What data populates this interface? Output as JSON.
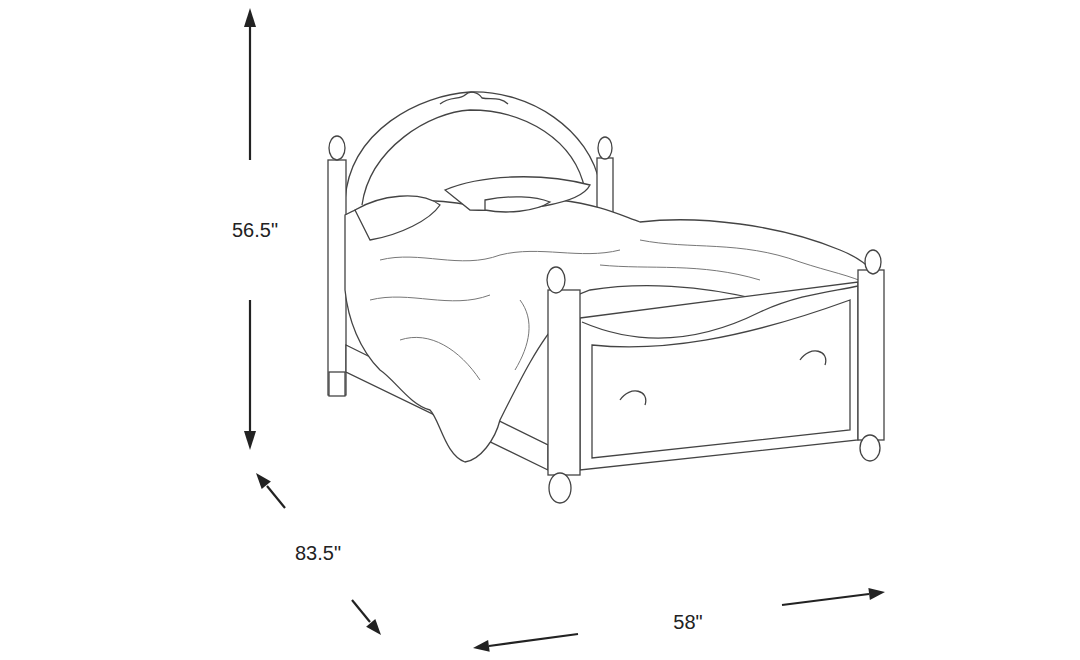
{
  "diagram": {
    "labels": [
      "56.5\"",
      "83.5\"",
      "58\""
    ]
  }
}
